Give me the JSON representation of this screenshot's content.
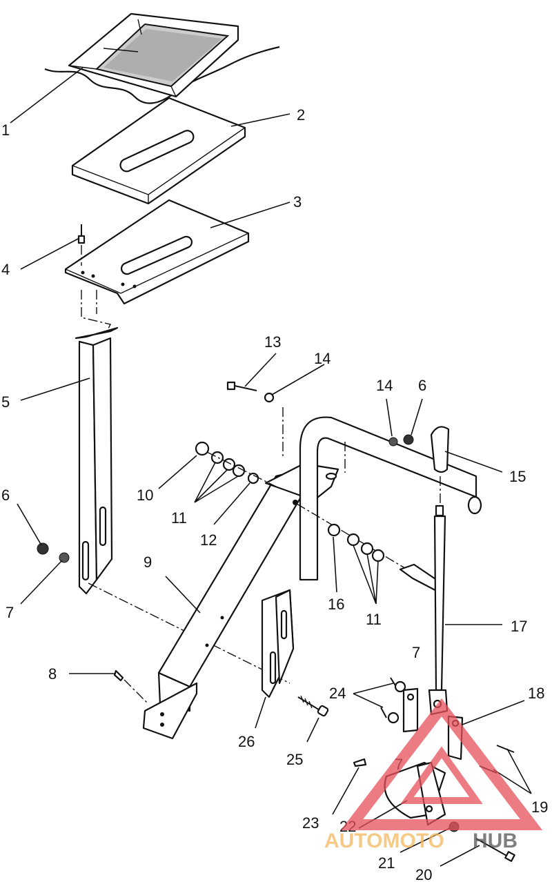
{
  "callouts": [
    {
      "id": "c1",
      "text": "1"
    },
    {
      "id": "c2",
      "text": "2"
    },
    {
      "id": "c3",
      "text": "3"
    },
    {
      "id": "c4",
      "text": "4"
    },
    {
      "id": "c5",
      "text": "5"
    },
    {
      "id": "c6a",
      "text": "6"
    },
    {
      "id": "c6b",
      "text": "6"
    },
    {
      "id": "c7a",
      "text": "7"
    },
    {
      "id": "c7b",
      "text": "7"
    },
    {
      "id": "c7c",
      "text": "7"
    },
    {
      "id": "c8",
      "text": "8"
    },
    {
      "id": "c9",
      "text": "9"
    },
    {
      "id": "c10",
      "text": "10"
    },
    {
      "id": "c11a",
      "text": "11"
    },
    {
      "id": "c11b",
      "text": "11"
    },
    {
      "id": "c12",
      "text": "12"
    },
    {
      "id": "c13",
      "text": "13"
    },
    {
      "id": "c14a",
      "text": "14"
    },
    {
      "id": "c14b",
      "text": "14"
    },
    {
      "id": "c15",
      "text": "15"
    },
    {
      "id": "c16",
      "text": "16"
    },
    {
      "id": "c17",
      "text": "17"
    },
    {
      "id": "c18",
      "text": "18"
    },
    {
      "id": "c19",
      "text": "19"
    },
    {
      "id": "c20",
      "text": "20"
    },
    {
      "id": "c21",
      "text": "21"
    },
    {
      "id": "c22",
      "text": "22"
    },
    {
      "id": "c23",
      "text": "23"
    },
    {
      "id": "c24",
      "text": "24"
    },
    {
      "id": "c25",
      "text": "25"
    },
    {
      "id": "c26",
      "text": "26"
    }
  ],
  "watermark": {
    "text_part1": "AUTOMOTO",
    "text_part2": "HUB",
    "color_primary": "#e8505b",
    "color_secondary": "#f4b860",
    "color_dark": "#555555"
  }
}
